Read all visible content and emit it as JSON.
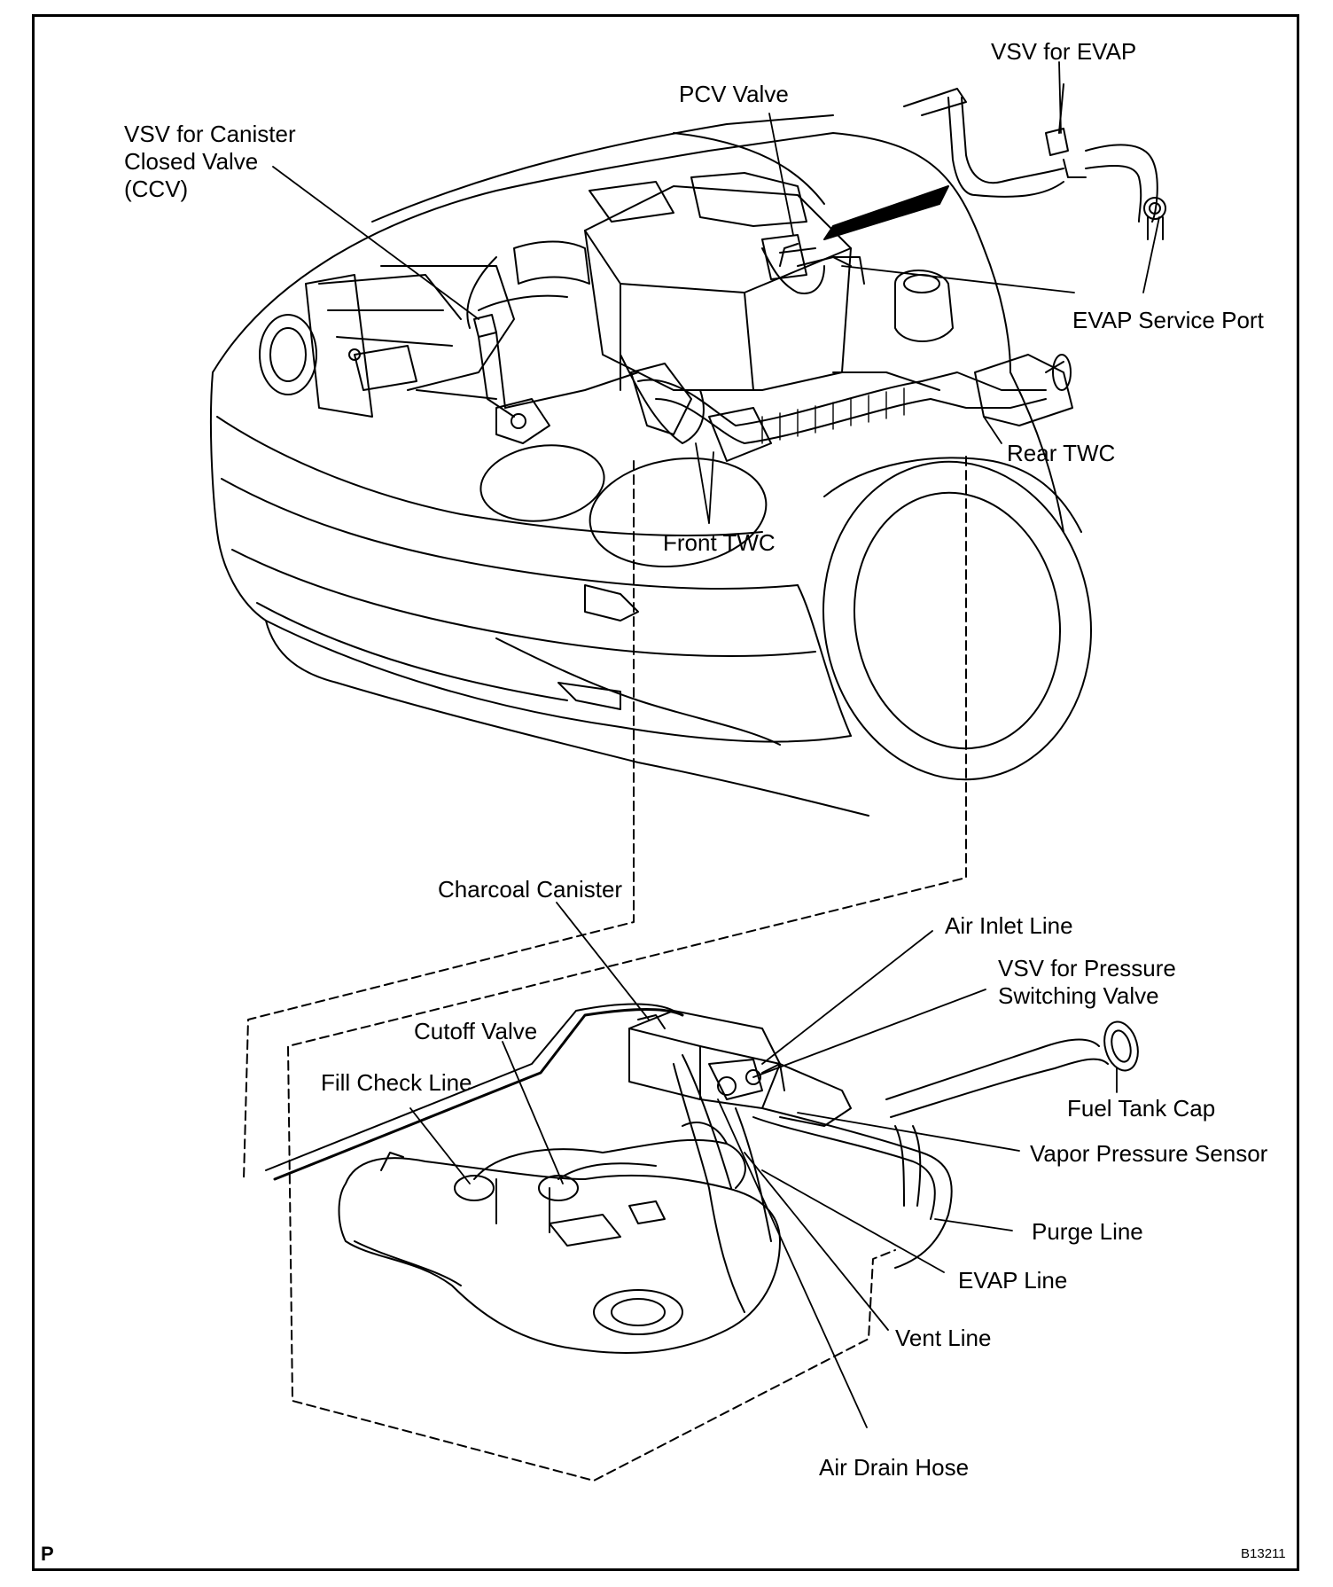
{
  "labels": {
    "vsv_ccv": "VSV for Canister\nClosed Valve\n(CCV)",
    "pcv_valve": "PCV Valve",
    "vsv_evap": "VSV for EVAP",
    "evap_service_port": "EVAP Service Port",
    "rear_twc": "Rear TWC",
    "front_twc": "Front TWC",
    "charcoal_canister": "Charcoal Canister",
    "air_inlet_line": "Air Inlet Line",
    "vsv_pressure": "VSV for Pressure\nSwitching Valve",
    "cutoff_valve": "Cutoff Valve",
    "fill_check_line": "Fill Check Line",
    "fuel_tank_cap": "Fuel Tank Cap",
    "vapor_pressure_sensor": "Vapor Pressure Sensor",
    "purge_line": "Purge Line",
    "evap_line": "EVAP Line",
    "vent_line": "Vent Line",
    "air_drain_hose": "Air Drain Hose"
  },
  "corner": {
    "left": "P",
    "right": "B13211"
  }
}
